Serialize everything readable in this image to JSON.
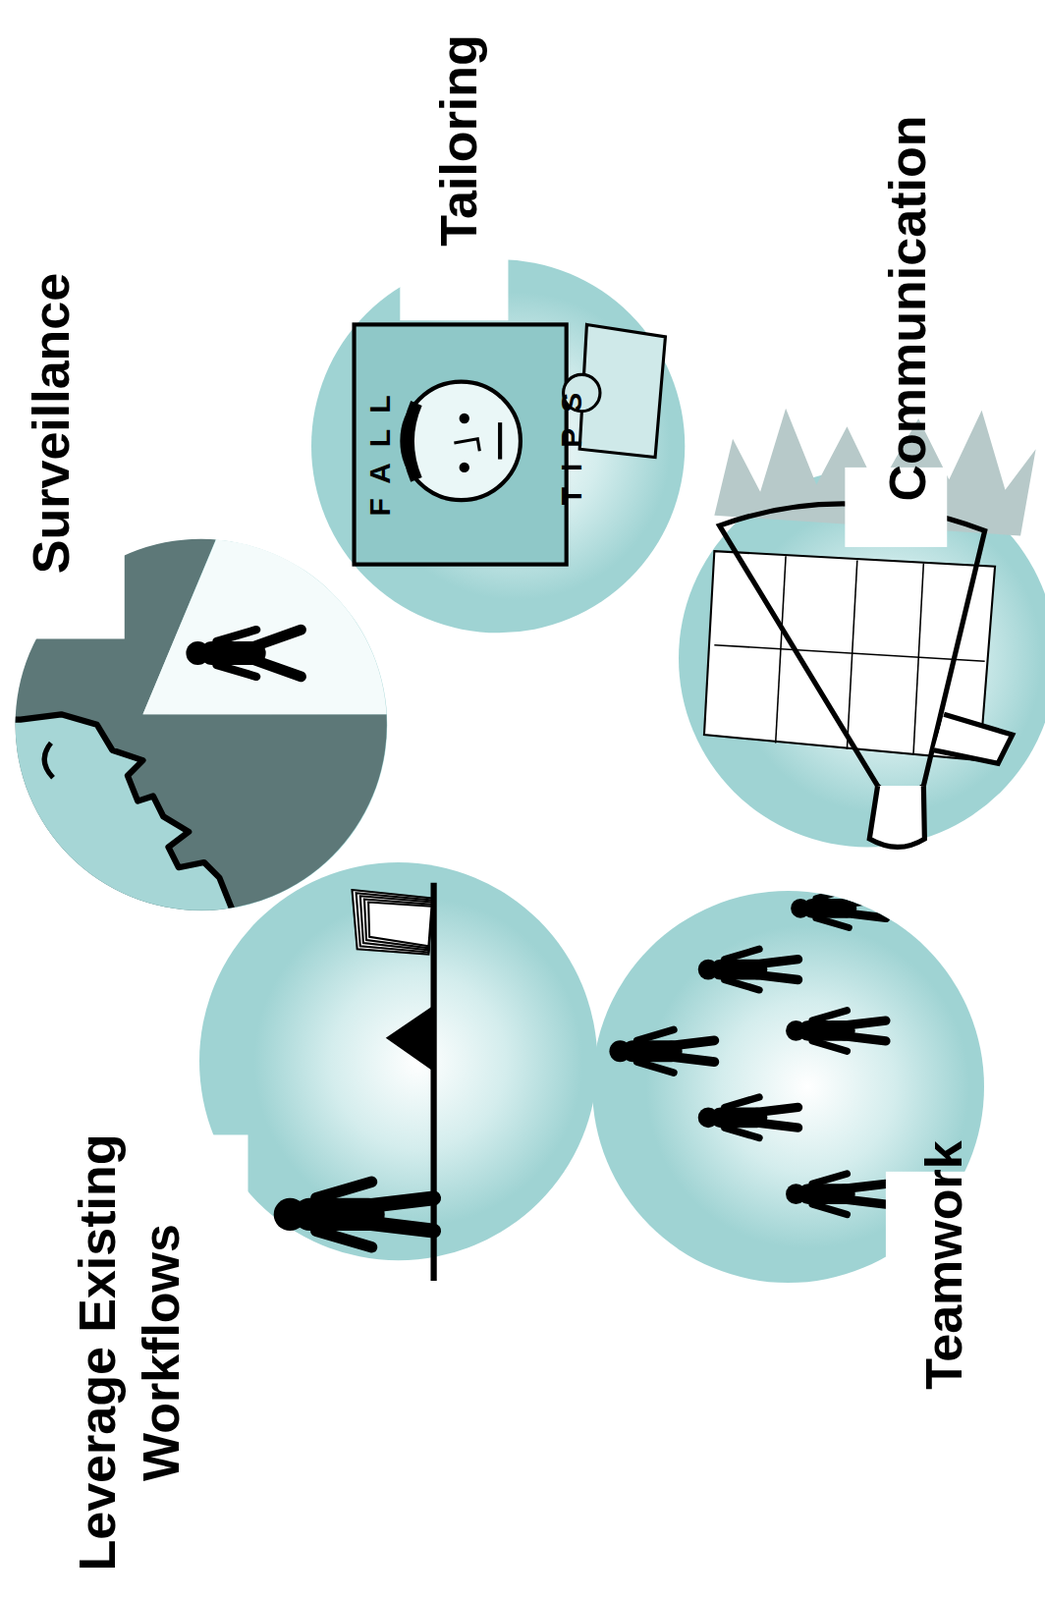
{
  "diagram": {
    "nodes": [
      {
        "text": [
          "Leverage Existing Workflows"
        ]
      },
      {
        "text": [
          "Surveillance"
        ]
      },
      {
        "text": [
          "Tailoring"
        ]
      },
      {
        "text": [
          "Teamwork"
        ]
      },
      {
        "text": [
          "Communication"
        ]
      }
    ],
    "labels": [
      "FALL",
      "TIPS"
    ]
  }
}
